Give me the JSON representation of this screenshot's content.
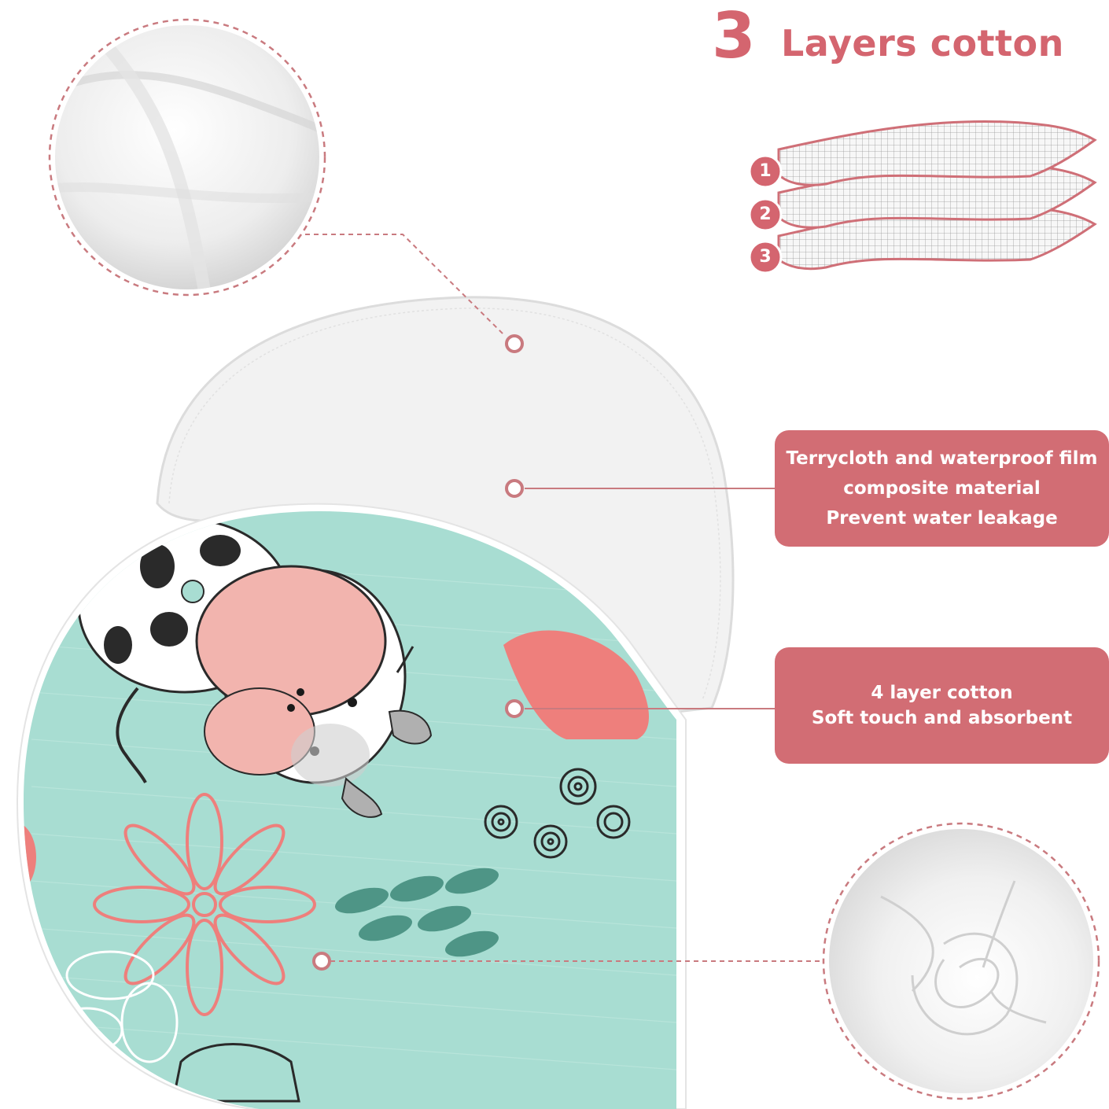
{
  "heading": {
    "number": "3",
    "text": "Layers cotton"
  },
  "layers": [
    {
      "label": "1"
    },
    {
      "label": "2"
    },
    {
      "label": "3"
    }
  ],
  "callouts": [
    {
      "lines": [
        "Terrycloth and waterproof film",
        "composite material",
        "Prevent water leakage"
      ]
    },
    {
      "lines": [
        "4 layer cotton",
        "Soft touch and absorbent"
      ]
    }
  ],
  "colors": {
    "accent": "#d26d74",
    "mint": "#a8ddd2",
    "pink": "#f2a8a5",
    "coral": "#ee7f7c",
    "leaf": "#4e9586"
  }
}
